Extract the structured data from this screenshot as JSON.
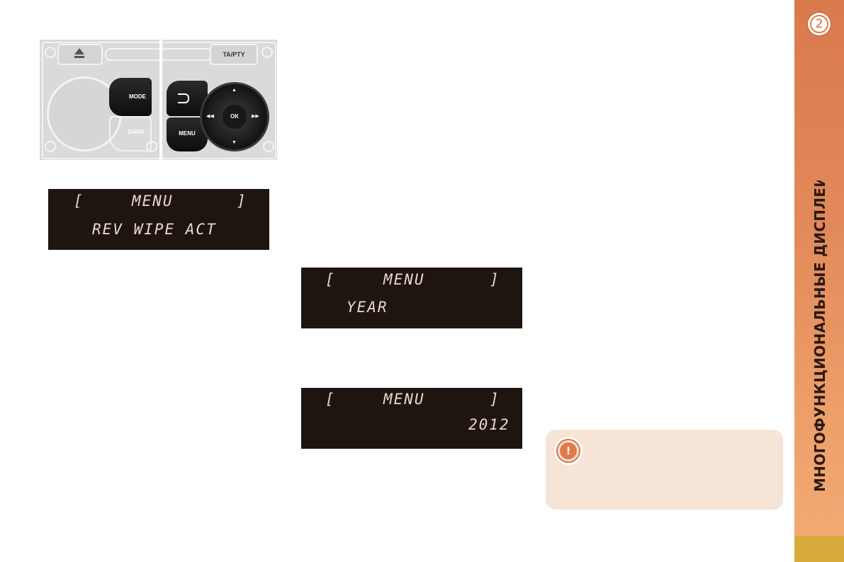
{
  "sidebar": {
    "chapter_number": "2",
    "chapter_title": "МНОГОФУНКЦИОНАЛЬНЫЕ ДИСПЛЕИ",
    "accent_color": "#e2895a",
    "page_tab_color": "#d7ab3b"
  },
  "control_panel": {
    "eject_icon": "eject-icon",
    "ta_pty_label": "TA/PTY",
    "mode_label": "MODE",
    "dark_label": "DARK",
    "back_icon": "return-arrow-icon",
    "menu_label": "MENU",
    "ok_label": "OK",
    "arrow_up": "▲",
    "arrow_down": "▼",
    "arrow_left": "◀◀",
    "arrow_right": "▶▶"
  },
  "displays": [
    {
      "bracket_left": "[",
      "title": "MENU",
      "bracket_right": "]",
      "line2": "REV WIPE ACT"
    },
    {
      "bracket_left": "[",
      "title": "MENU",
      "bracket_right": "]",
      "line2": "YEAR"
    },
    {
      "bracket_left": "[",
      "title": "MENU",
      "bracket_right": "]",
      "line2": "2012"
    }
  ],
  "note": {
    "icon": "warning-exclamation-icon",
    "symbol": "!",
    "background_color": "#f6e4d6"
  }
}
